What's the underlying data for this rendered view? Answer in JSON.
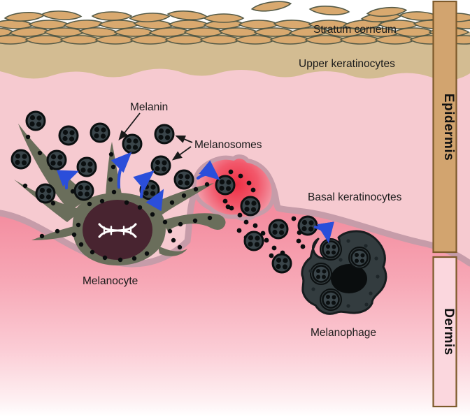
{
  "figure": {
    "type": "skin-pigmentation-diagram",
    "labels": {
      "stratum_corneum": "Stratum corneum",
      "upper_keratinocytes": "Upper keratinocytes",
      "melanin": "Melanin",
      "melanosomes": "Melanosomes",
      "basal_keratinocytes": "Basal keratinocytes",
      "melanocyte": "Melanocyte",
      "melanophage": "Melanophage"
    },
    "side_bars": {
      "epidermis": "Epidermis",
      "dermis": "Dermis"
    },
    "icons": {
      "dna_icon": "dna-double-helix",
      "transfer_arrows": "blue-curved-arrows",
      "pointer_arrows": "black-label-arrows"
    },
    "colors": {
      "accent_blue": "#2b4eda",
      "label_black": "#1a1a1a",
      "membrane_mauve": "#c69ca9",
      "epidermis_pink": "#f6cad0",
      "dermis_pink": "#f2889c",
      "flake_tan": "#d9a96f",
      "flake_outline": "#545a47",
      "keratinocyte_tan": "#d3bc92",
      "melanocyte_olive": "#6a6e5b",
      "nucleus_maroon": "#482430",
      "melanosome_slate": "#3a454a",
      "melanophage_slate": "#333c3f",
      "glow_red": "#ee2f44",
      "bar_epidermis_fill": "#d2a46f",
      "bar_dermis_fill": "#fbd7de",
      "bar_border": "#7d5a2b"
    }
  }
}
